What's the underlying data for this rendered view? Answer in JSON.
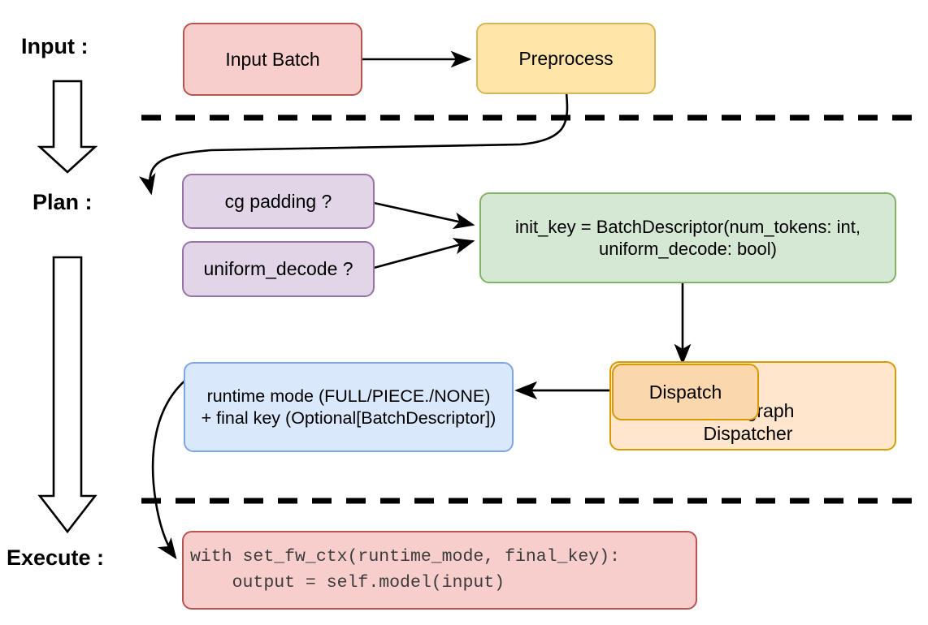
{
  "diagram": {
    "title_stages": [
      {
        "label": "Input :"
      },
      {
        "label": "Plan :"
      },
      {
        "label": "Execute :"
      }
    ],
    "nodes": {
      "input_batch": {
        "label": "Input Batch",
        "fill": "#f8cecc",
        "stroke": "#b85450"
      },
      "preprocess": {
        "label": "Preprocess",
        "fill": "#ffe6a8",
        "stroke": "#d6b656"
      },
      "cg_padding": {
        "label": "cg padding ?",
        "fill": "#e1d5e7",
        "stroke": "#9673a6"
      },
      "uniform_decode": {
        "label": "uniform_decode ?",
        "fill": "#e1d5e7",
        "stroke": "#9673a6"
      },
      "init_key": {
        "line1": "init_key = BatchDescriptor(num_tokens: int,",
        "line2": "uniform_decode: bool)",
        "fill": "#d5e8d4",
        "stroke": "#82b366"
      },
      "dispatch": {
        "label": "Dispatch",
        "fill": "#fad7ac",
        "stroke": "#d79b00"
      },
      "cudagraph_dispatcher": {
        "line1": "Cudagraph",
        "line2": "Dispatcher",
        "fill": "#ffe6cc",
        "stroke": "#d79b00"
      },
      "runtime_mode": {
        "line1": "runtime mode (FULL/PIECE./NONE)",
        "line2": "+ final key (Optional[BatchDescriptor])",
        "fill": "#dae8fc",
        "stroke": "#7ea6e0"
      },
      "execute_code": {
        "line1": "with set_fw_ctx(runtime_mode, final_key):",
        "line2": "    output = self.model(input)",
        "fill": "#f8cecc",
        "stroke": "#b85450"
      }
    },
    "separators": [
      {
        "name": "input-plan-divider"
      },
      {
        "name": "plan-execute-divider"
      }
    ],
    "flow_arrows": [
      {
        "name": "input-batch-to-preprocess"
      },
      {
        "name": "preprocess-to-cg-padding"
      },
      {
        "name": "cg-padding-to-init-key"
      },
      {
        "name": "uniform-decode-to-init-key"
      },
      {
        "name": "init-key-to-dispatch"
      },
      {
        "name": "dispatcher-to-runtime-mode"
      },
      {
        "name": "runtime-mode-to-execute-code"
      }
    ],
    "stage_arrows": [
      {
        "name": "input-to-plan-block-arrow"
      },
      {
        "name": "plan-to-execute-block-arrow"
      }
    ],
    "colors": {
      "line": "#000000",
      "background": "#ffffff"
    }
  }
}
